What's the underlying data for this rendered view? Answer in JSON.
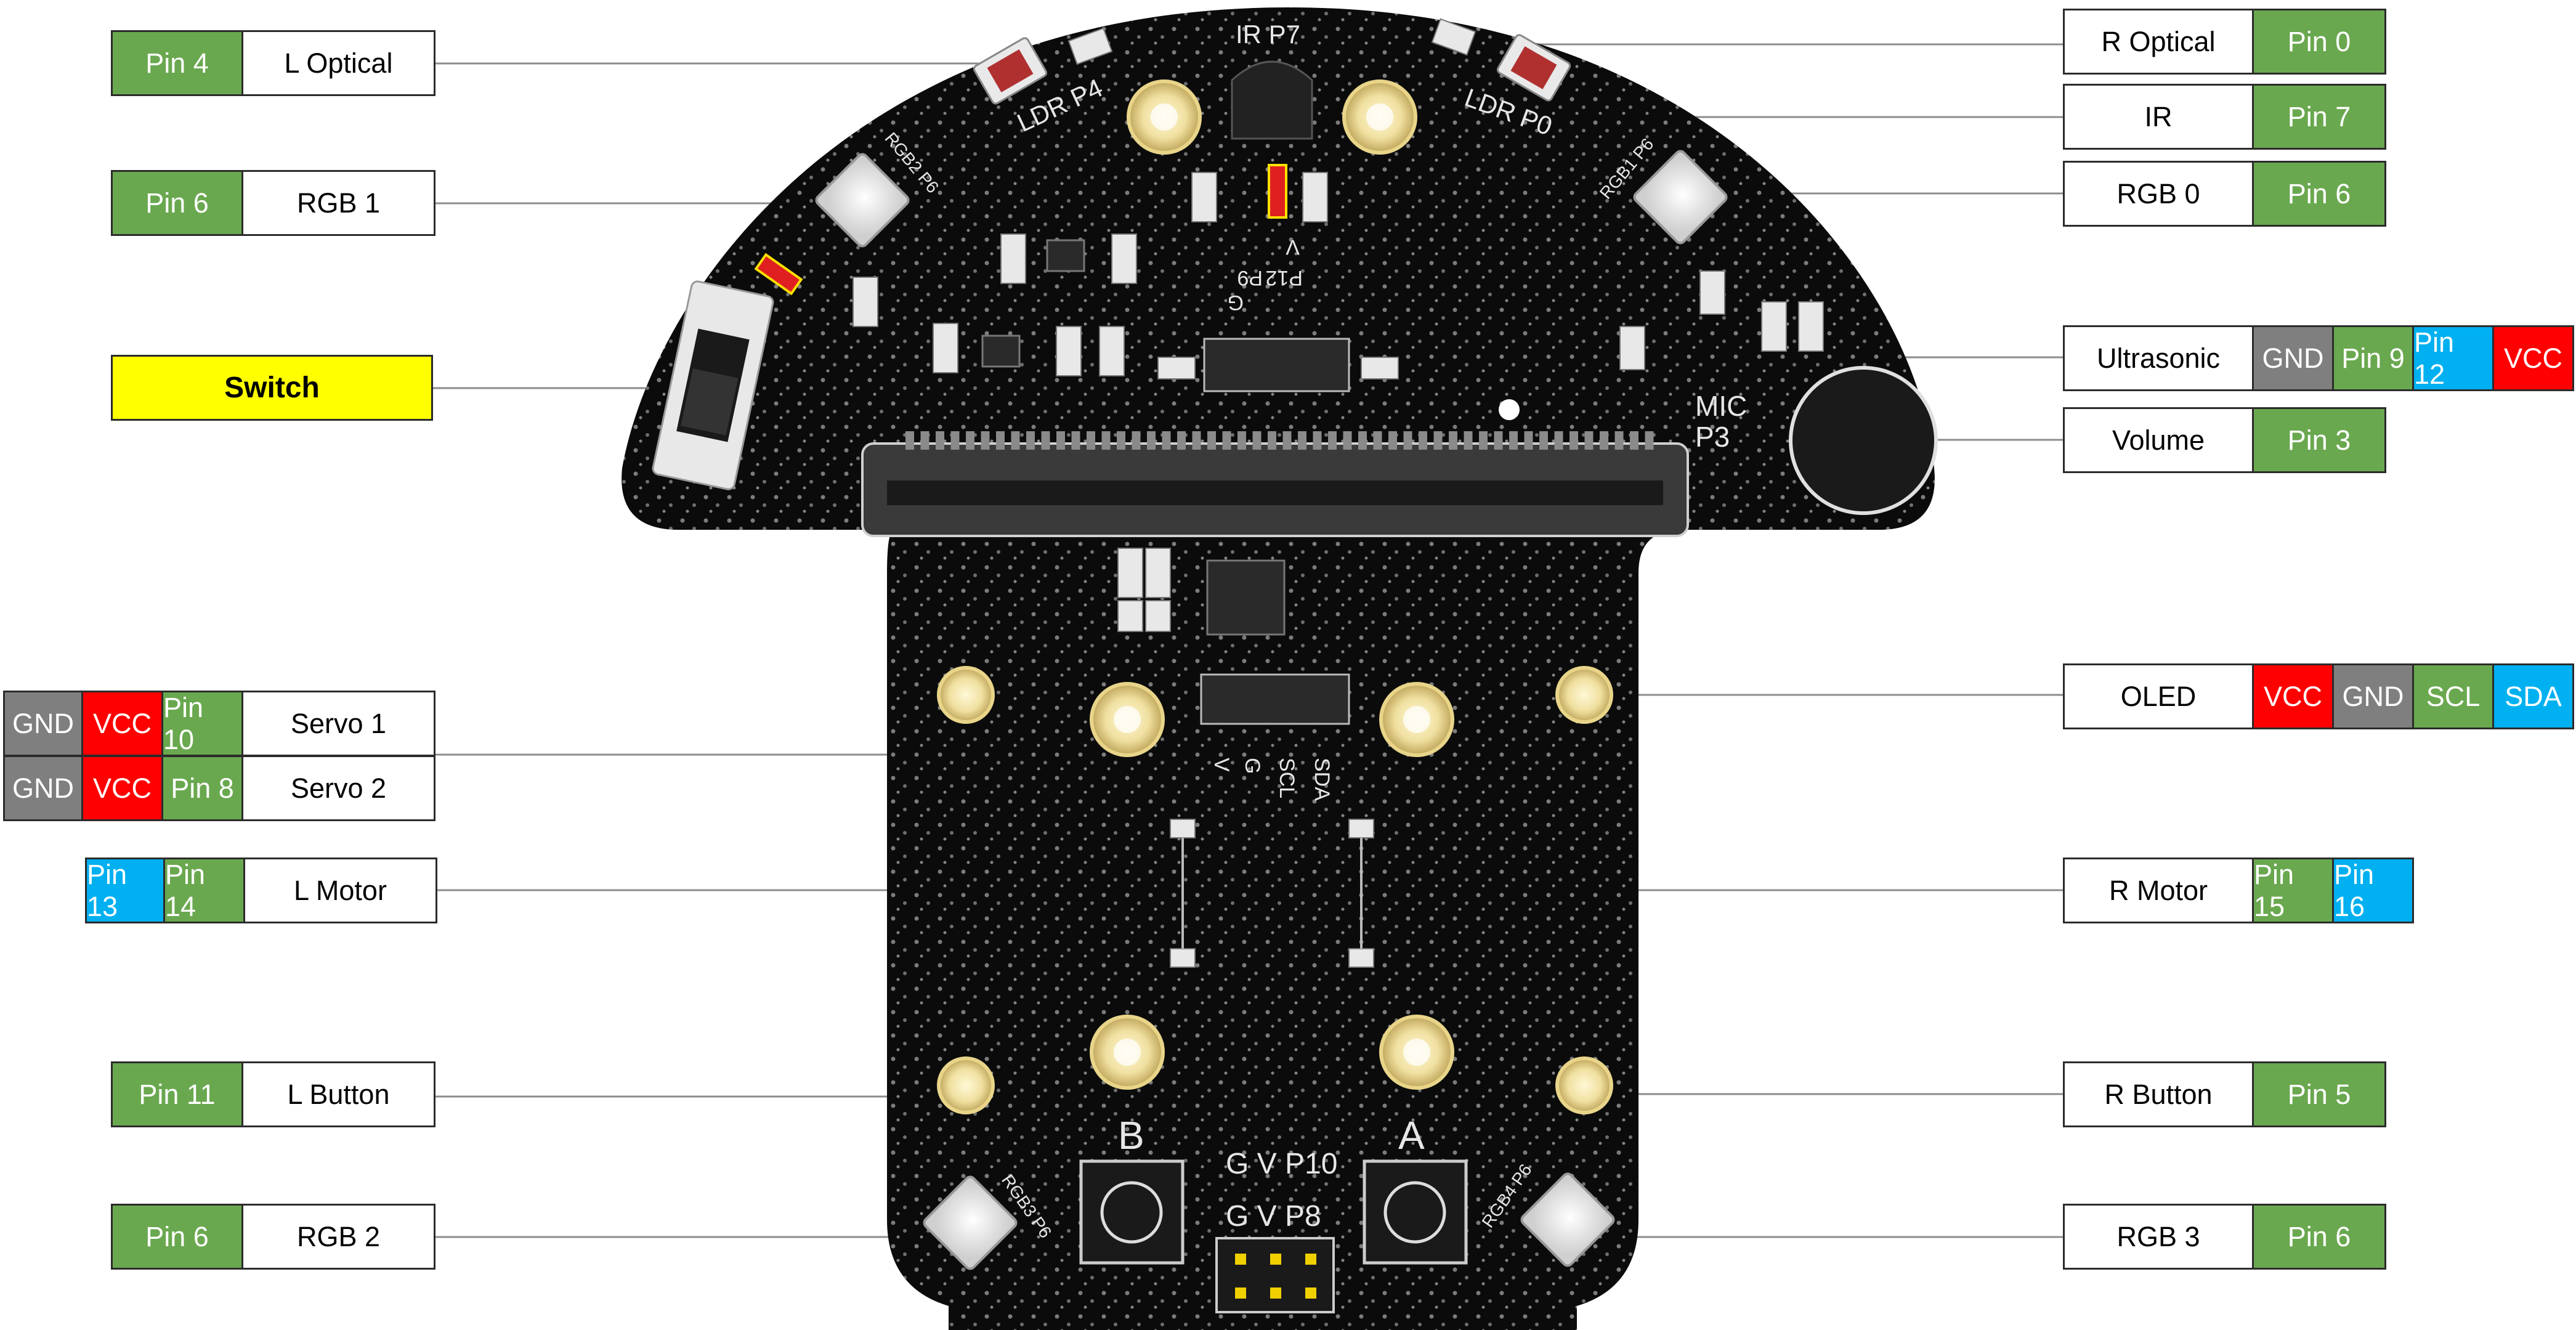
{
  "colors": {
    "pin": "#6aa84f",
    "gnd": "#7f7f7f",
    "vcc": "#ff0000",
    "blue": "#00b0f0",
    "switch": "#ffff00",
    "board": "#0b0b0b",
    "leader": "#8c8c8c"
  },
  "board": {
    "ir_label": "IR  P7",
    "ldr_left": "LDR  P4",
    "ldr_right": "LDR  P0",
    "rgb1_silk": "RGB1  P6",
    "rgb2_silk": "RGB2  P6",
    "rgb3_silk": "RGB3  P6",
    "rgb4_silk": "RGB4  P6",
    "us_top": "V",
    "us_mid1": "P12",
    "us_mid2": "P9",
    "us_bot": "G",
    "mic": "MIC",
    "p3": "P3",
    "servo_v": "V",
    "servo_g": "G",
    "oled_scl": "SCL",
    "oled_sda": "SDA",
    "btn_b": "B",
    "btn_a": "A",
    "header_p10": "G  V P10",
    "header_p8": "G  V P8"
  },
  "labels": [
    {
      "id": "l-optical",
      "cells": [
        {
          "t": "Pin 4",
          "c": "pin"
        },
        {
          "t": "L Optical",
          "c": "name"
        }
      ]
    },
    {
      "id": "rgb-1",
      "cells": [
        {
          "t": "Pin 6",
          "c": "pin"
        },
        {
          "t": "RGB 1",
          "c": "name"
        }
      ]
    },
    {
      "id": "switch",
      "cells": [
        {
          "t": "Switch",
          "c": "switch"
        }
      ]
    },
    {
      "id": "servo-1",
      "cells": [
        {
          "t": "GND",
          "c": "gnd"
        },
        {
          "t": "VCC",
          "c": "vcc"
        },
        {
          "t": "Pin 10",
          "c": "pin"
        },
        {
          "t": "Servo 1",
          "c": "name"
        }
      ]
    },
    {
      "id": "servo-2",
      "cells": [
        {
          "t": "GND",
          "c": "gnd"
        },
        {
          "t": "VCC",
          "c": "vcc"
        },
        {
          "t": "Pin 8",
          "c": "pin"
        },
        {
          "t": "Servo 2",
          "c": "name"
        }
      ]
    },
    {
      "id": "l-motor",
      "cells": [
        {
          "t": "Pin 13",
          "c": "blue"
        },
        {
          "t": "Pin 14",
          "c": "pin"
        },
        {
          "t": "L Motor",
          "c": "name"
        }
      ]
    },
    {
      "id": "l-button",
      "cells": [
        {
          "t": "Pin 11",
          "c": "pin"
        },
        {
          "t": "L Button",
          "c": "name"
        }
      ]
    },
    {
      "id": "rgb-2",
      "cells": [
        {
          "t": "Pin 6",
          "c": "pin"
        },
        {
          "t": "RGB 2",
          "c": "name"
        }
      ]
    },
    {
      "id": "r-optical",
      "cells": [
        {
          "t": "R Optical",
          "c": "name"
        },
        {
          "t": "Pin 0",
          "c": "pin"
        }
      ]
    },
    {
      "id": "ir",
      "cells": [
        {
          "t": "IR",
          "c": "name"
        },
        {
          "t": "Pin 7",
          "c": "pin"
        }
      ]
    },
    {
      "id": "rgb-0",
      "cells": [
        {
          "t": "RGB 0",
          "c": "name"
        },
        {
          "t": "Pin 6",
          "c": "pin"
        }
      ]
    },
    {
      "id": "ultrasonic",
      "cells": [
        {
          "t": "Ultrasonic",
          "c": "name"
        },
        {
          "t": "GND",
          "c": "gnd"
        },
        {
          "t": "Pin 9",
          "c": "pin"
        },
        {
          "t": "Pin 12",
          "c": "blue"
        },
        {
          "t": "VCC",
          "c": "vcc"
        }
      ]
    },
    {
      "id": "volume",
      "cells": [
        {
          "t": "Volume",
          "c": "name"
        },
        {
          "t": "Pin 3",
          "c": "pin"
        }
      ]
    },
    {
      "id": "oled",
      "cells": [
        {
          "t": "OLED",
          "c": "name"
        },
        {
          "t": "VCC",
          "c": "vcc"
        },
        {
          "t": "GND",
          "c": "gnd"
        },
        {
          "t": "SCL",
          "c": "pin"
        },
        {
          "t": "SDA",
          "c": "blue"
        }
      ]
    },
    {
      "id": "r-motor",
      "cells": [
        {
          "t": "R Motor",
          "c": "name"
        },
        {
          "t": "Pin 15",
          "c": "pin"
        },
        {
          "t": "Pin 16",
          "c": "blue"
        }
      ]
    },
    {
      "id": "r-button",
      "cells": [
        {
          "t": "R Button",
          "c": "name"
        },
        {
          "t": "Pin 5",
          "c": "pin"
        }
      ]
    },
    {
      "id": "rgb-3",
      "cells": [
        {
          "t": "RGB 3",
          "c": "name"
        },
        {
          "t": "Pin 6",
          "c": "pin"
        }
      ]
    }
  ]
}
